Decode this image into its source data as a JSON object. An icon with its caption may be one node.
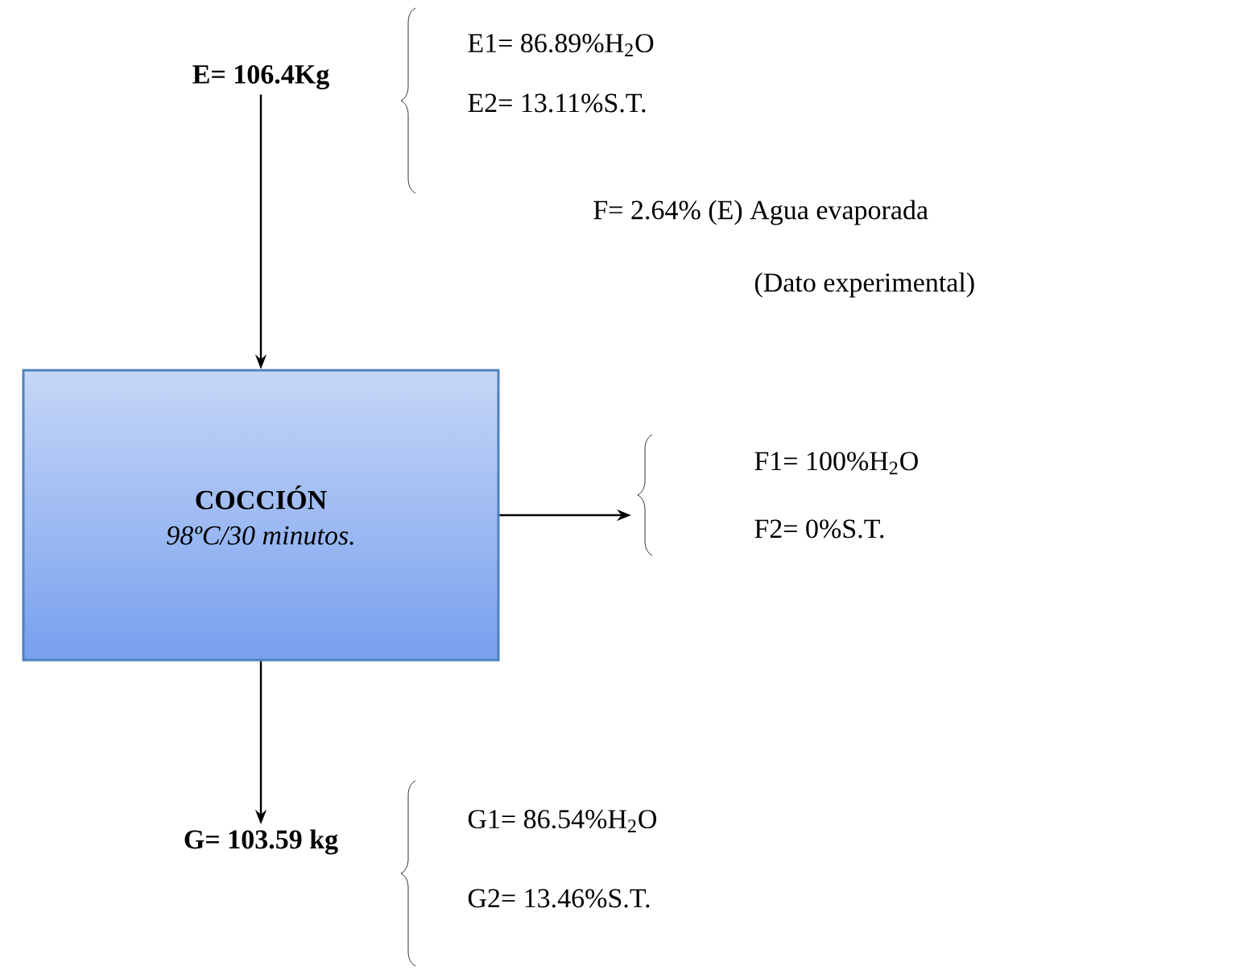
{
  "diagram": {
    "nodes": [
      {
        "text": [
          "E= 106.4Kg"
        ]
      },
      {
        "text": [
          "COCCIÓN",
          "98ºC/30 minutos."
        ]
      },
      {
        "text": [
          "F1= 100%H$_{2}$O",
          "F2= 0%S.T."
        ]
      },
      {
        "text": [
          "G= 103.59 kg"
        ]
      }
    ],
    "edges": [
      {
        "from": 0,
        "to": 1,
        "arrow": "to"
      },
      {
        "from": 1,
        "to": 2,
        "arrow": "to"
      },
      {
        "from": 1,
        "to": 3,
        "arrow": "to"
      }
    ],
    "labels": [
      "E1= 86.89%H$_{2}$O",
      "E2= 13.11%S.T.",
      "F= 2.64% (E) Agua evaporada",
      "(Dato experimental)",
      "G1= 86.54%H$_{2}$O",
      "G2= 13.46%S.T."
    ]
  }
}
